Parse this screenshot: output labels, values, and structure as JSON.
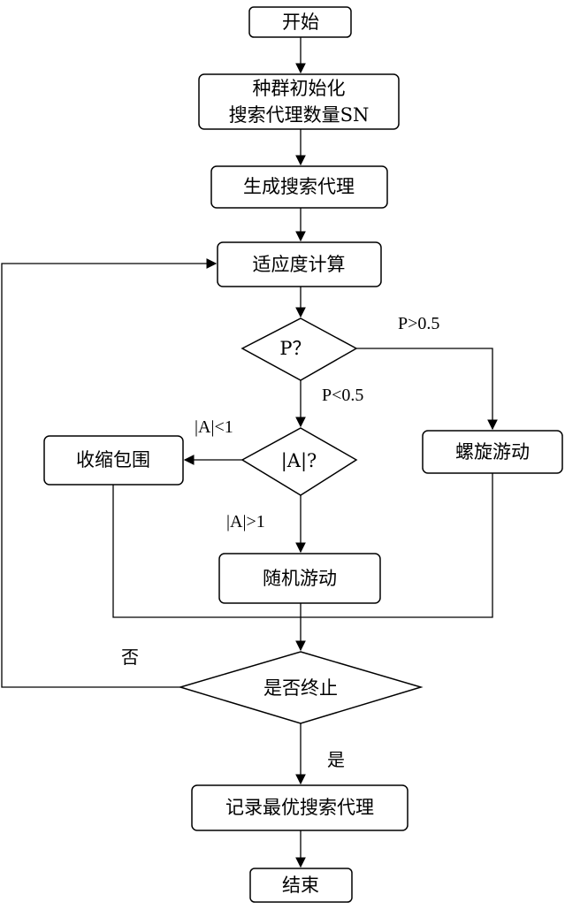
{
  "nodes": {
    "start": "开始",
    "init_line1": "种群初始化",
    "init_line2": "搜索代理数量SN",
    "generate": "生成搜索代理",
    "fitness": "适应度计算",
    "decision_p": "P？",
    "decision_a": "|A|?",
    "shrink": "收缩包围",
    "spiral": "螺旋游动",
    "random_swim": "随机游动",
    "terminate": "是否终止",
    "record_best": "记录最优搜索代理",
    "end": "结束"
  },
  "edge_labels": {
    "p_greater": "P>0.5",
    "p_less": "P<0.5",
    "a_less": "|A|<1",
    "a_greater": "|A|>1",
    "no": "否",
    "yes": "是"
  }
}
